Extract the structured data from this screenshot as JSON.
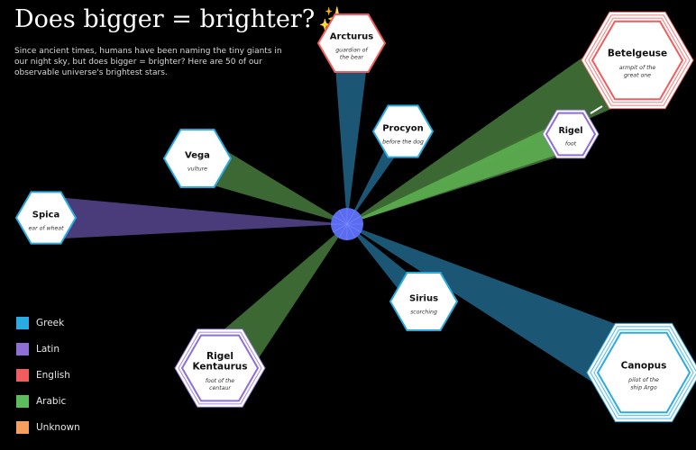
{
  "title": "Does bigger = brighter?",
  "subtitle": "Since ancient times, humans have been naming the tiny giants in our night sky, but does bigger = brighter? Here are 50 of our observable universe's brightest stars.",
  "sparkle_icon": "sparkles",
  "colors": {
    "Greek": "#29abe2",
    "Latin": "#8e6fd6",
    "English": "#f05d5e",
    "Arabic": "#5cbd5c",
    "Unknown": "#f5a05f",
    "background": "#000000",
    "hub": "#5b6cf0"
  },
  "legend": [
    {
      "label": "Greek",
      "key": "Greek"
    },
    {
      "label": "Latin",
      "key": "Latin"
    },
    {
      "label": "English",
      "key": "English"
    },
    {
      "label": "Arabic",
      "key": "Arabic"
    },
    {
      "label": "Unknown",
      "key": "Unknown"
    }
  ],
  "chart_data": {
    "type": "radial",
    "stars": [
      {
        "name": "Arcturus",
        "meaning": [
          "guardian of",
          "the bear"
        ],
        "origin": "Greek",
        "outline": "English"
      },
      {
        "name": "Procyon",
        "meaning": [
          "before the dog"
        ],
        "origin": "Greek",
        "outline": "Greek"
      },
      {
        "name": "Betelgeuse",
        "meaning": [
          "armpit of the",
          "great one"
        ],
        "origin": "Arabic",
        "outline": "English"
      },
      {
        "name": "Rigel",
        "meaning": [
          "foot"
        ],
        "origin": "Arabic",
        "outline": "Latin"
      },
      {
        "name": "Vega",
        "meaning": [
          "vulture"
        ],
        "origin": "Arabic",
        "outline": "Greek"
      },
      {
        "name": "Spica",
        "meaning": [
          "ear of wheat"
        ],
        "origin": "Latin",
        "outline": "Greek"
      },
      {
        "name": "Sirius",
        "meaning": [
          "scorching"
        ],
        "origin": "Greek",
        "outline": "Greek"
      },
      {
        "name": "Rigel Kentaurus",
        "name_lines": [
          "Rigel",
          "Kentaurus"
        ],
        "meaning": [
          "foot of the",
          "centaur"
        ],
        "origin": "Arabic",
        "outline": "Latin"
      },
      {
        "name": "Canopus",
        "meaning": [
          "pilot of the",
          "ship Argo"
        ],
        "origin": "Greek",
        "outline": "Greek"
      }
    ]
  }
}
